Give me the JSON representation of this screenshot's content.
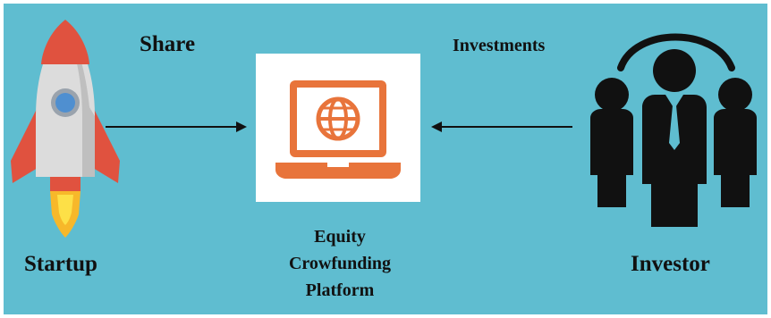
{
  "nodes": {
    "startup": {
      "label": "Startup",
      "icon": "rocket-icon"
    },
    "platform": {
      "label_lines": [
        "Equity",
        "Crowfunding",
        "Platform"
      ],
      "icon": "laptop-globe-icon"
    },
    "investor": {
      "label": "Investor",
      "icon": "investor-group-icon"
    }
  },
  "edges": [
    {
      "from": "startup",
      "to": "platform",
      "label": "Share"
    },
    {
      "from": "investor",
      "to": "platform",
      "label": "Investments"
    }
  ],
  "colors": {
    "background": "#5fbdd0",
    "laptop": "#e8743b",
    "rocket_body": "#dcdcdc",
    "rocket_red": "#e0523f",
    "window": "#4f8fd0",
    "flame_outer": "#f7b82a",
    "flame_inner": "#fde047",
    "people": "#111111"
  }
}
